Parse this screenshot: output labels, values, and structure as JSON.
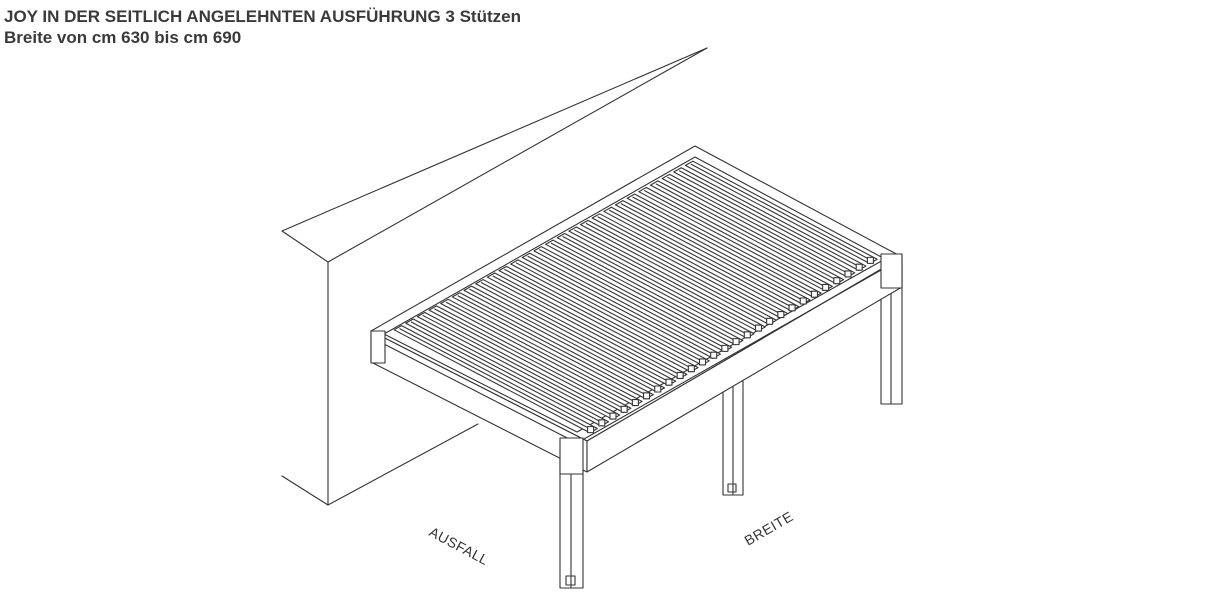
{
  "header": {
    "title": "JOY IN DER SEITLICH ANGELEHNTEN AUSFÜHRUNG 3 Stützen",
    "subtitle": "Breite von cm 630 bis cm 690"
  },
  "labels": {
    "depth": "AUSFALL",
    "width": "BREITE"
  },
  "diagram": {
    "louvre_count": 26,
    "post_count": 3
  }
}
